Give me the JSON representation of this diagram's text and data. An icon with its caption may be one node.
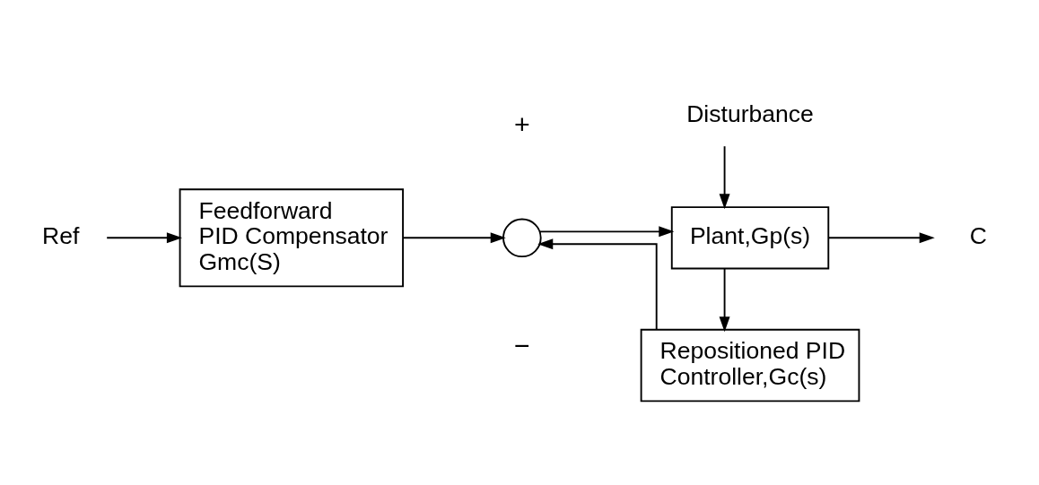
{
  "diagram": {
    "nodes": [
      {
        "text": [
          "Ref"
        ]
      },
      {
        "text": [
          "Feedforward PID Compensator Gmc(S)"
        ]
      },
      {
        "text": [],
        "shape": "circle"
      },
      {
        "text": [
          "Disturbance"
        ]
      },
      {
        "text": [
          "Plant,Gp(s)"
        ]
      },
      {
        "text": [
          "C"
        ]
      },
      {
        "text": [
          "Repositioned PID Controller,Gc(s)"
        ]
      }
    ],
    "edges": [
      {
        "from": 0,
        "to": 1,
        "arrow": "to"
      },
      {
        "from": 1,
        "to": 2,
        "arrow": "to"
      },
      {
        "from": 2,
        "to": 4,
        "arrow": "to"
      },
      {
        "from": 3,
        "to": 4,
        "arrow": "to"
      },
      {
        "from": 4,
        "to": 5,
        "arrow": "to"
      },
      {
        "from": 4,
        "to": 6,
        "arrow": "to"
      },
      {
        "from": 6,
        "to": 2,
        "arrow": "to"
      }
    ],
    "labels": [
      "+",
      "−"
    ]
  }
}
